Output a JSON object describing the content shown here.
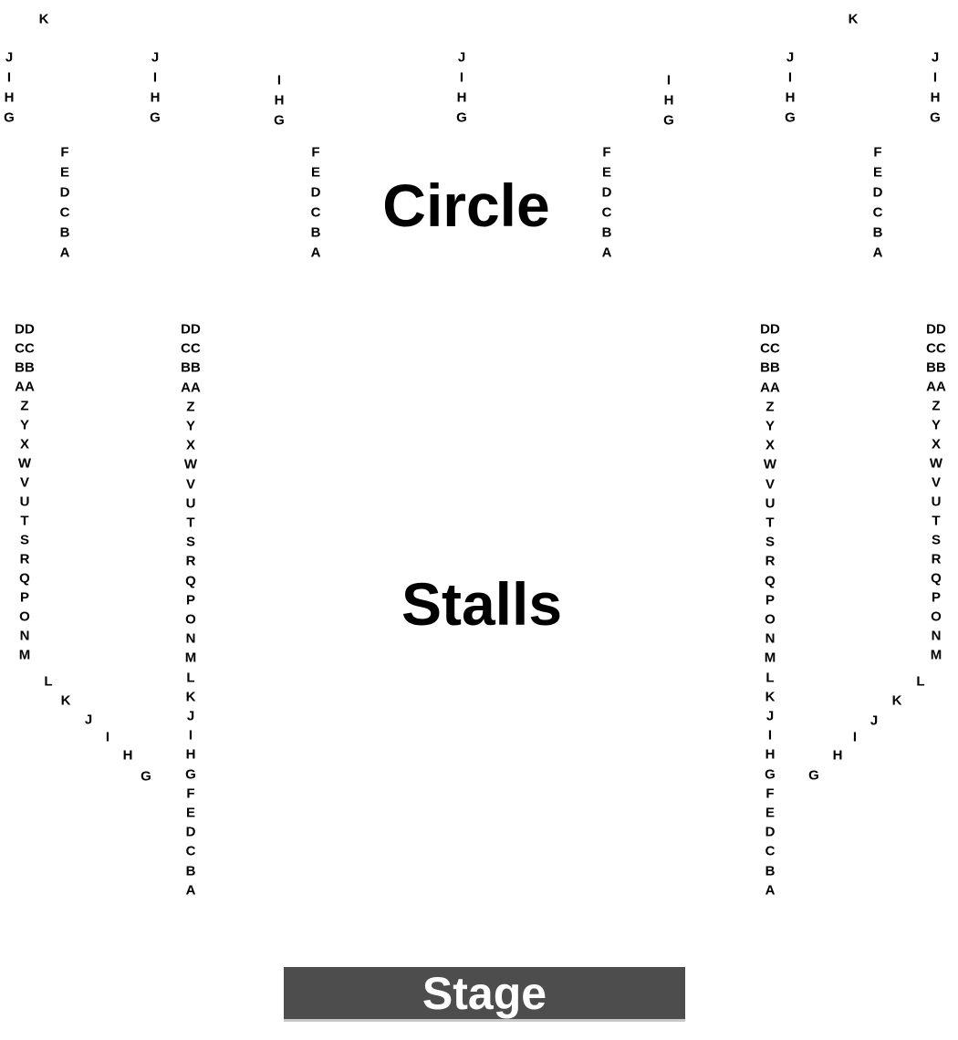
{
  "sections": {
    "circle_title": "Circle",
    "stalls_title": "Stalls",
    "stage_label": "Stage"
  },
  "circle": {
    "upper_rows_outer": [
      "J",
      "I",
      "H",
      "G"
    ],
    "upper_rows_inner": [
      "J",
      "I",
      "H",
      "G"
    ],
    "upper_rows_side": [
      "I",
      "H",
      "G"
    ],
    "upper_rows_center": [
      "J",
      "I",
      "H",
      "G"
    ],
    "corner_row": "K",
    "lower_rows": [
      "F",
      "E",
      "D",
      "C",
      "B",
      "A"
    ]
  },
  "stalls": {
    "outer_rows": [
      "DD",
      "CC",
      "BB",
      "AA",
      "Z",
      "Y",
      "X",
      "W",
      "V",
      "U",
      "T",
      "S",
      "R",
      "Q",
      "P",
      "O",
      "N",
      "M"
    ],
    "diagonal_rows": [
      "L",
      "K",
      "J",
      "I",
      "H",
      "G"
    ],
    "aisle_rows": [
      "DD",
      "CC",
      "BB",
      "AA",
      "Z",
      "Y",
      "X",
      "W",
      "V",
      "U",
      "T",
      "S",
      "R",
      "Q",
      "P",
      "O",
      "N",
      "M",
      "L",
      "K",
      "J",
      "I",
      "H",
      "G",
      "F",
      "E",
      "D",
      "C",
      "B",
      "A"
    ]
  }
}
